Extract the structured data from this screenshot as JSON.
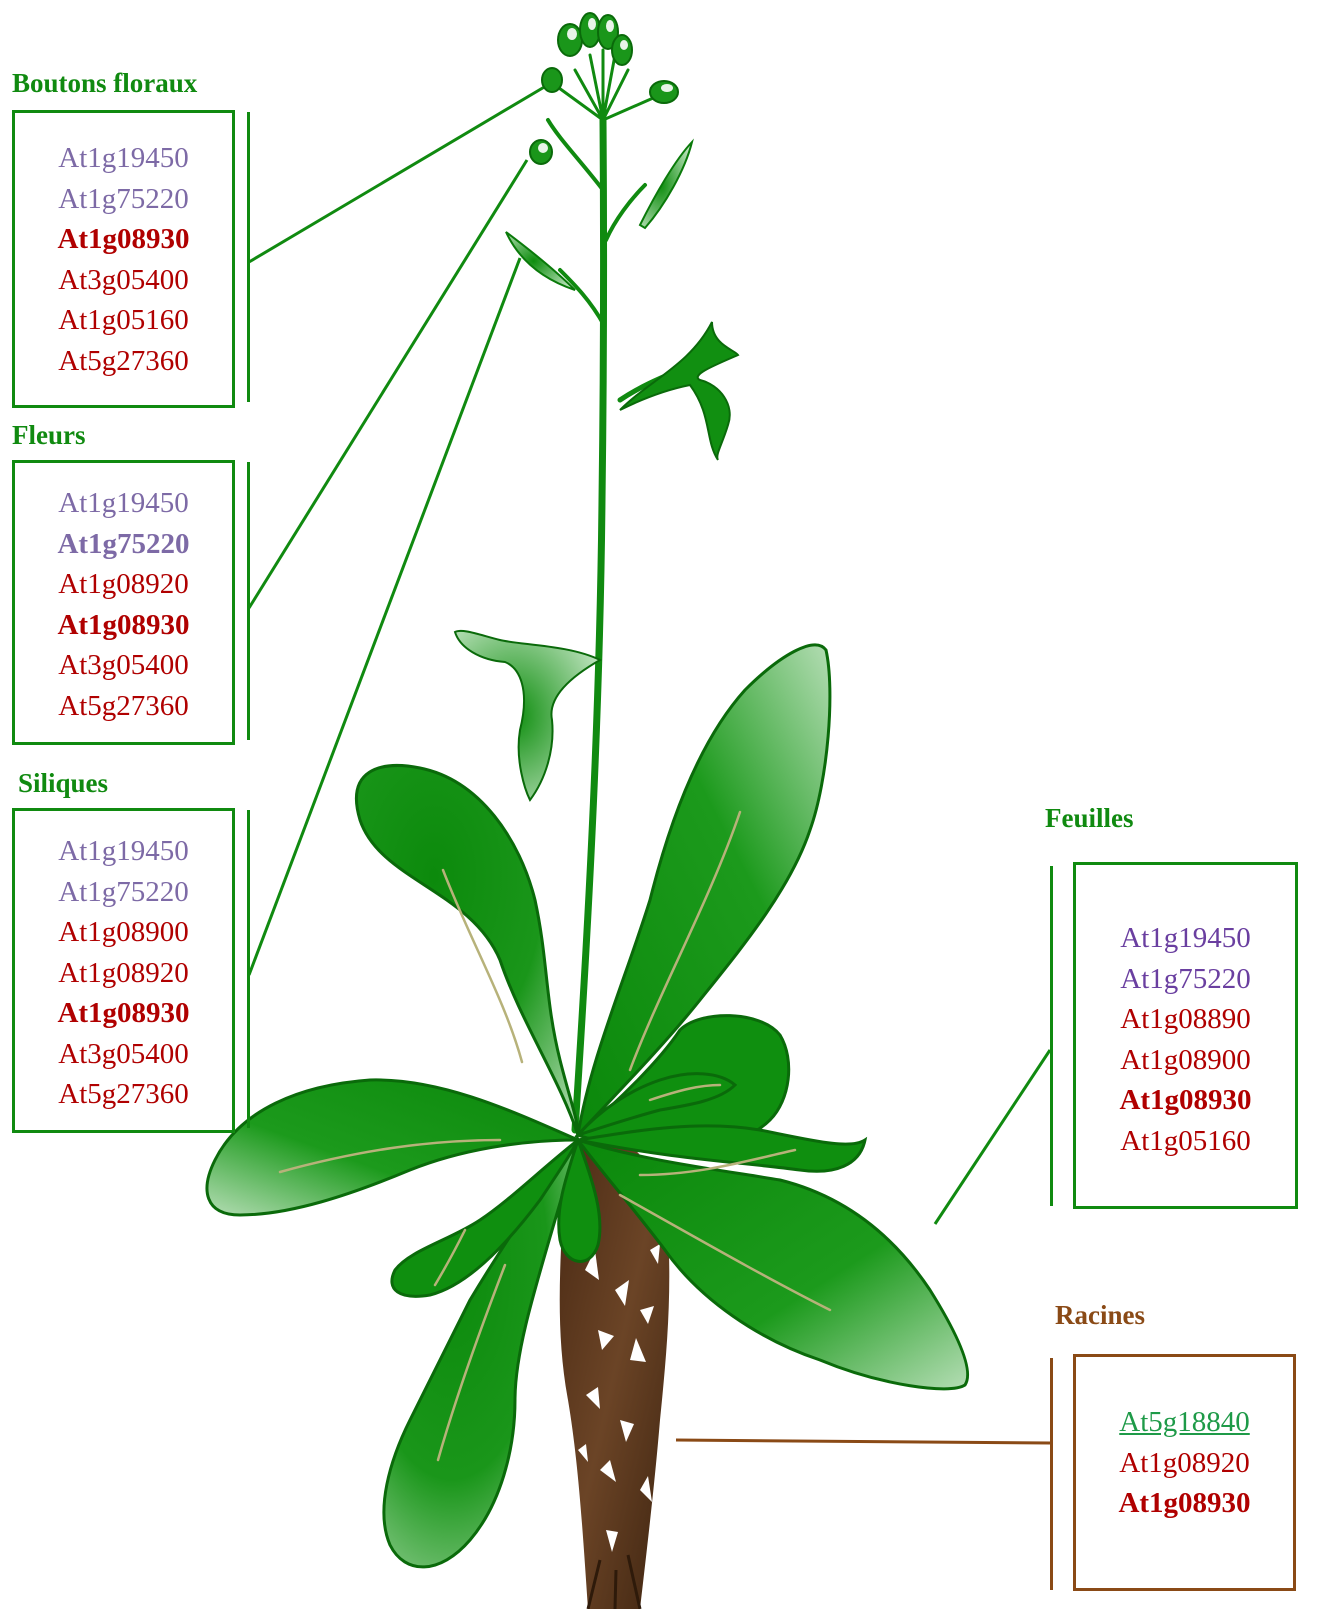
{
  "colors": {
    "green": "#108a10",
    "leaf": "#0f8f0f",
    "brown": "#8a4a16",
    "purple": "#7d6aa6",
    "red": "#b00000",
    "link": "#1e9a48"
  },
  "panels": [
    {
      "id": "boutons",
      "title": "Boutons floraux",
      "genes": [
        {
          "id": "At1g19450",
          "style": "purple"
        },
        {
          "id": "At1g75220",
          "style": "purple"
        },
        {
          "id": "At1g08930",
          "style": "red bold"
        },
        {
          "id": "At3g05400",
          "style": "red"
        },
        {
          "id": "At1g05160",
          "style": "red"
        },
        {
          "id": "At5g27360",
          "style": "red"
        }
      ]
    },
    {
      "id": "fleurs",
      "title": "Fleurs",
      "genes": [
        {
          "id": "At1g19450",
          "style": "purple"
        },
        {
          "id": "At1g75220",
          "style": "purple bold"
        },
        {
          "id": "At1g08920",
          "style": "red"
        },
        {
          "id": "At1g08930",
          "style": "red bold"
        },
        {
          "id": "At3g05400",
          "style": "red"
        },
        {
          "id": "At5g27360",
          "style": "red"
        }
      ]
    },
    {
      "id": "siliques",
      "title": "Siliques",
      "genes": [
        {
          "id": "At1g19450",
          "style": "purple"
        },
        {
          "id": "At1g75220",
          "style": "purple"
        },
        {
          "id": "At1g08900",
          "style": "red"
        },
        {
          "id": "At1g08920",
          "style": "red"
        },
        {
          "id": "At1g08930",
          "style": "red bold"
        },
        {
          "id": "At3g05400",
          "style": "red"
        },
        {
          "id": "At5g27360",
          "style": "red"
        }
      ]
    },
    {
      "id": "feuilles",
      "title": "Feuilles",
      "genes": [
        {
          "id": "At1g19450",
          "style": "purple"
        },
        {
          "id": "At1g75220",
          "style": "purple"
        },
        {
          "id": "At1g08890",
          "style": "red"
        },
        {
          "id": "At1g08900",
          "style": "red"
        },
        {
          "id": "At1g08930",
          "style": "red bold"
        },
        {
          "id": "At1g05160",
          "style": "red"
        }
      ]
    },
    {
      "id": "racines",
      "title": "Racines",
      "genes": [
        {
          "id": "At5g18840",
          "style": "link"
        },
        {
          "id": "At1g08920",
          "style": "red"
        },
        {
          "id": "At1g08930",
          "style": "red bold"
        }
      ]
    }
  ]
}
